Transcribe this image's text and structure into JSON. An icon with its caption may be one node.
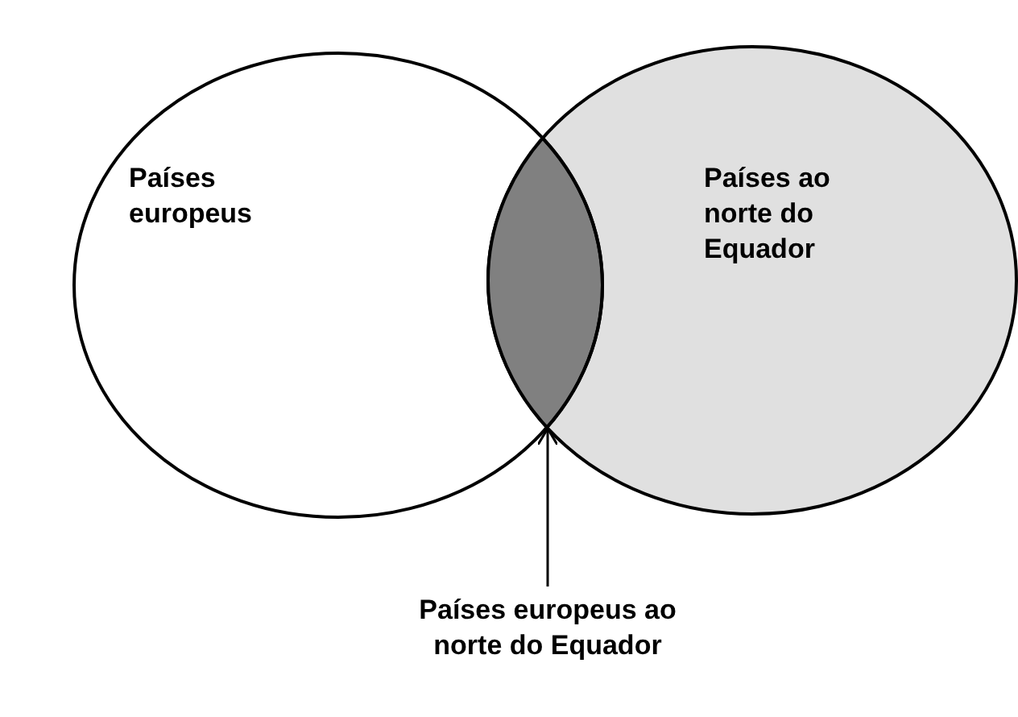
{
  "diagram": {
    "nodes": [
      {
        "text": [
          "Países europeus"
        ]
      },
      {
        "text": [
          "Países ao norte do Equador"
        ]
      },
      {
        "text": [],
        "shape": "lens"
      },
      {
        "text": [
          "Países europeus ao norte do Equador"
        ]
      }
    ],
    "edges": [
      {
        "from": 3,
        "to": 2,
        "arrow": "to"
      }
    ]
  }
}
